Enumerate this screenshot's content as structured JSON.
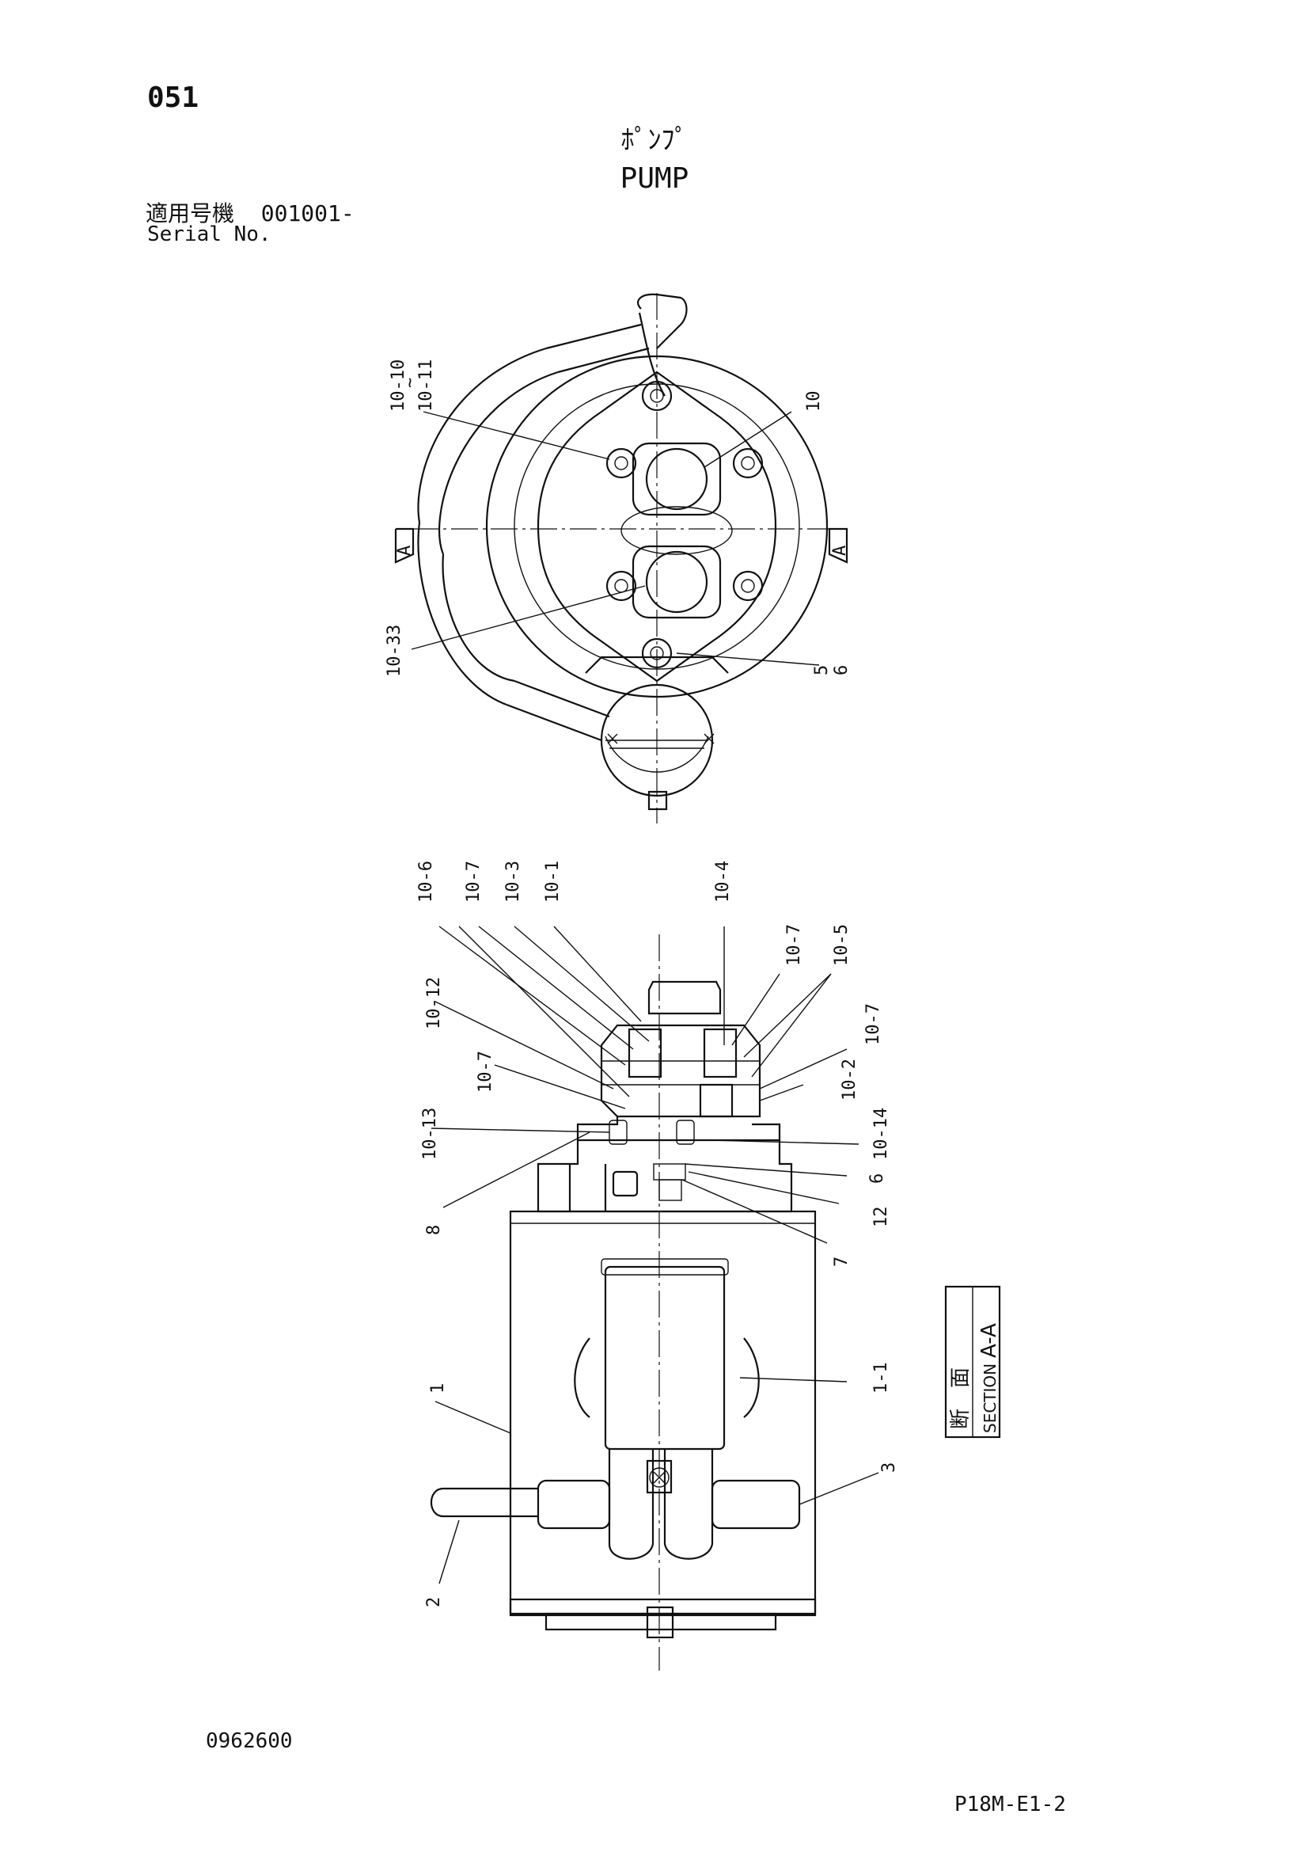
{
  "page_number": "051",
  "title_ja": "ﾎﾟﾝﾌﾟ",
  "title_en": "PUMP",
  "serial_label_ja": "適用号機",
  "serial_range": "001001-",
  "serial_label_en": "Serial No.",
  "section_marker": "A",
  "section_box": {
    "ja": "断　面",
    "en": "SECTION",
    "id": "A-A"
  },
  "callouts_top": {
    "c10_10": "10-10",
    "tilde": "~",
    "c10_11": "10-11",
    "c10": "10",
    "c10_33": "10-33",
    "c5": "5",
    "c6": "6"
  },
  "callouts_bottom": {
    "c10_6": "10-6",
    "c10_7a": "10-7",
    "c10_3": "10-3",
    "c10_1": "10-1",
    "c10_4": "10-4",
    "c10_7b": "10-7",
    "c10_5": "10-5",
    "c10_12": "10-12",
    "c10_7c": "10-7",
    "c10_7d": "10-7",
    "c10_2": "10-2",
    "c10_13": "10-13",
    "c10_14": "10-14",
    "c8": "8",
    "c6": "6",
    "c12": "12",
    "c7": "7",
    "c1": "1",
    "c1_1": "1-1",
    "c3": "3",
    "c2": "2"
  },
  "document_code": "0962600",
  "drawing_code": "P18M-E1-2"
}
